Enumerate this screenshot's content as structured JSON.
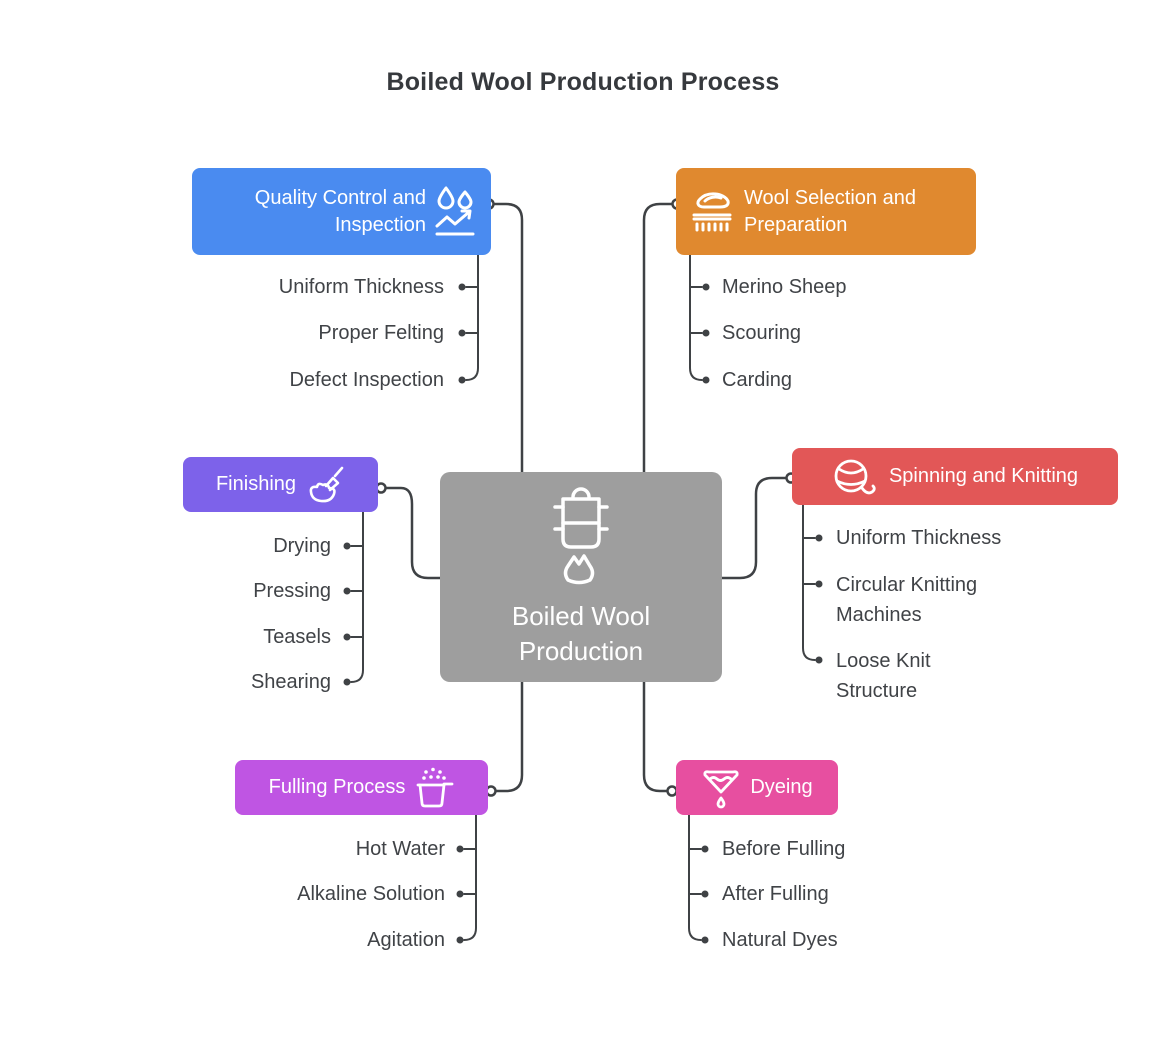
{
  "title": "Boiled Wool Production Process",
  "center": {
    "label": "Boiled Wool Production",
    "color": "#9e9e9e",
    "icon": "pot-on-flame-icon"
  },
  "branches": {
    "quality_control": {
      "label": "Quality Control and Inspection",
      "color": "#4a8bf0",
      "icon": "water-repel-icon",
      "children": [
        "Uniform Thickness",
        "Proper Felting",
        "Defect Inspection"
      ]
    },
    "wool_selection": {
      "label": "Wool Selection and Preparation",
      "color": "#e0892f",
      "icon": "carding-comb-icon",
      "children": [
        "Merino Sheep",
        "Scouring",
        "Carding"
      ]
    },
    "finishing": {
      "label": "Finishing",
      "color": "#7d62ea",
      "icon": "hand-brush-icon",
      "children": [
        "Drying",
        "Pressing",
        "Teasels",
        "Shearing"
      ]
    },
    "spinning_knitting": {
      "label": "Spinning and Knitting",
      "color": "#e25757",
      "icon": "yarn-ball-icon",
      "children": [
        "Uniform Thickness",
        "Circular Knitting Machines",
        "Loose Knit Structure"
      ]
    },
    "fulling": {
      "label": "Fulling Process",
      "color": "#bf55e3",
      "icon": "steaming-pot-icon",
      "children": [
        "Hot Water",
        "Alkaline Solution",
        "Agitation"
      ]
    },
    "dyeing": {
      "label": "Dyeing",
      "color": "#e74fa0",
      "icon": "dye-funnel-icon",
      "children": [
        "Before Fulling",
        "After Fulling",
        "Natural Dyes"
      ]
    }
  },
  "colors": {
    "connector": "#3f4245",
    "item_text": "#404347",
    "title_text": "#36393d",
    "background": "#ffffff"
  }
}
